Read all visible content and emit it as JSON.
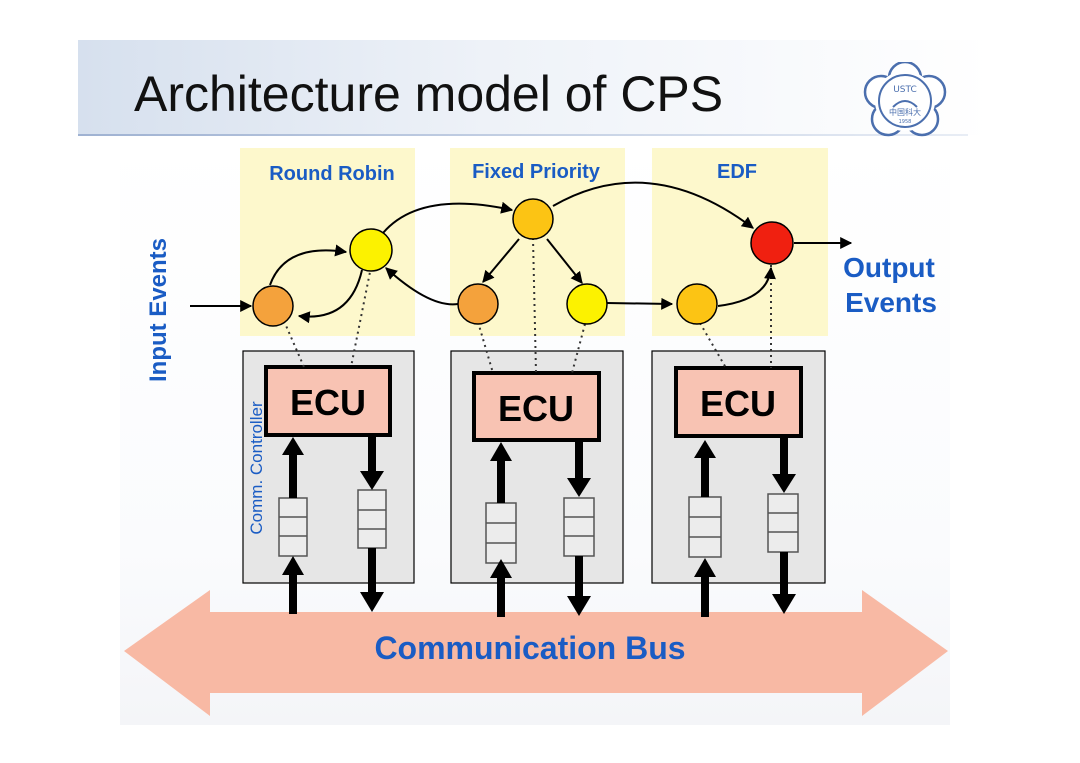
{
  "slide": {
    "title": "Architecture model of CPS"
  },
  "logo": {
    "text_top": "USTC",
    "text_mid": "中国科大",
    "text_year": "1958"
  },
  "scheduling_zones": [
    {
      "label": "Round Robin"
    },
    {
      "label": "Fixed Priority"
    },
    {
      "label": "EDF"
    }
  ],
  "labels": {
    "input": "Input Events",
    "output_line1": "Output",
    "output_line2": "Events",
    "comm_controller": "Comm. Controller",
    "bus": "Communication Bus"
  },
  "ecus": [
    {
      "label": "ECU"
    },
    {
      "label": "ECU"
    },
    {
      "label": "ECU"
    }
  ],
  "colors": {
    "label_blue": "#1a5cc4",
    "zone_fill": "#fdf8cc",
    "ecu_fill": "#f8c3b3",
    "bus_fill": "#f8b9a4",
    "controller_fill": "#e6e6e6",
    "task_orange": "#f4a23c",
    "task_yellow": "#fcf200",
    "task_gold": "#fcc414",
    "task_red": "#f02010"
  }
}
